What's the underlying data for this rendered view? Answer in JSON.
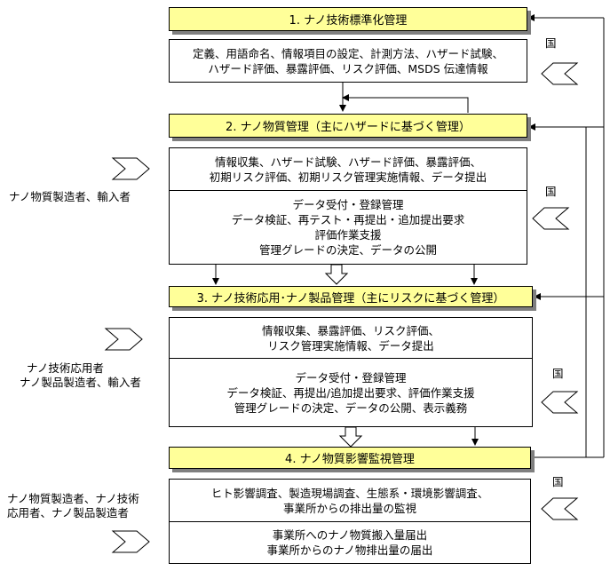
{
  "steps": [
    {
      "title": "1. ナノ技術標準化管理",
      "items": [
        "定義、用語命名、情報項目の設定、計測方法、ハザード試験、",
        "ハザード評価、暴露評価、リスク評価、MSDS 伝達情報"
      ]
    },
    {
      "title": "2. ナノ物質管理（主にハザードに基づく管理）",
      "upper": [
        "情報収集、ハザード試験、ハザード評価、暴露評価、",
        "初期リスク評価、初期リスク管理実施情報、データ提出"
      ],
      "lower": [
        "データ受付・登録管理",
        "データ検証、再テスト・再提出・追加提出要求",
        "評価作業支援",
        "管理グレードの決定、データの公開"
      ]
    },
    {
      "title": "3. ナノ技術応用･ナノ製品管理（主にリスクに基づく管理）",
      "upper": [
        "情報収集、暴露評価、リスク評価、",
        "リスク管理実施情報、データ提出"
      ],
      "lower": [
        "データ受付・登録管理",
        "データ検証、再提出/追加提出要求、評価作業支援",
        "管理グレードの決定、データの公開、表示義務"
      ]
    },
    {
      "title": "4. ナノ物質影響監視管理",
      "upper": [
        "ヒト影響調査、製造現場調査、生態系・環境影響調査、",
        "事業所からの排出量の監視"
      ],
      "lower": [
        "事業所へのナノ物質搬入量届出",
        "事業所からのナノ物排出量の届出"
      ]
    }
  ],
  "actors": {
    "government": "国",
    "manufacturers": "ナノ物質製造者、輸入者",
    "tech_users": [
      "ナノ技術応用者",
      "ナノ製品製造者、輸入者"
    ],
    "monitoring": [
      "ナノ物質製造者、ナノ技術",
      "応用者、ナノ製品製造者"
    ]
  }
}
